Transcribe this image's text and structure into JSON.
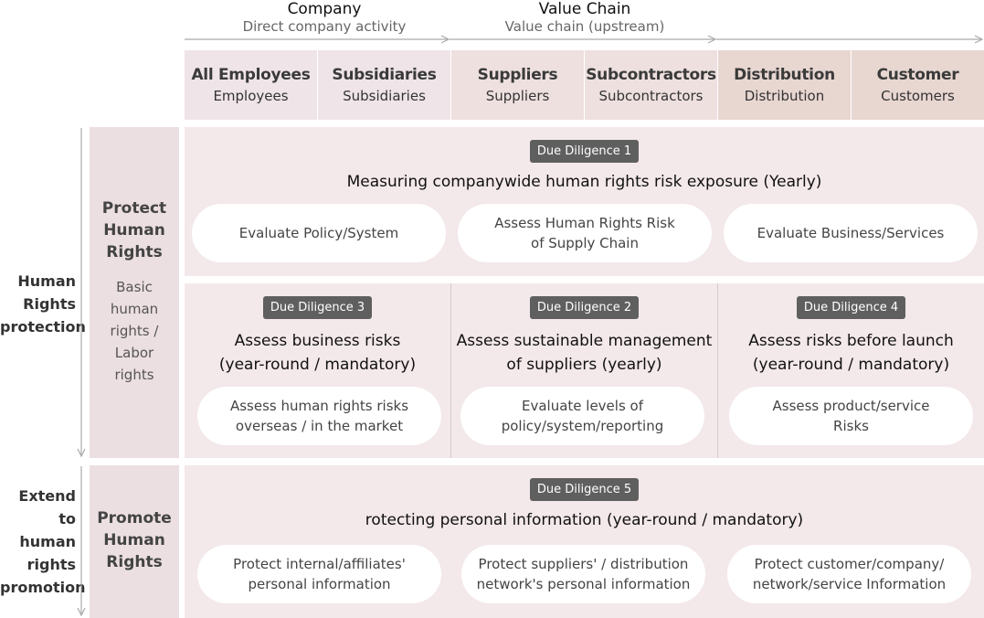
{
  "header": {
    "company_title": "Company",
    "company_sub": "Direct company activity",
    "value_chain_title": "Value Chain",
    "value_chain_sub": "Value chain (upstream)"
  },
  "columns": [
    {
      "main": "All Employees",
      "sub": "Employees",
      "color": "#efe4e7"
    },
    {
      "main": "Subsidiaries",
      "sub": "Subsidiaries",
      "color": "#efe4e7"
    },
    {
      "main": "Suppliers",
      "sub": "Suppliers",
      "color": "#eee0df"
    },
    {
      "main": "Subcontractors",
      "sub": "Subcontractors",
      "color": "#eee0df"
    },
    {
      "main": "Distribution",
      "sub": "Distribution",
      "color": "#e8d6d1"
    },
    {
      "main": "Customer",
      "sub": "Customers",
      "color": "#e8d6d1"
    }
  ],
  "side_labels": {
    "protection": "Human\nRights\nprotection",
    "promotion": "Extend\nto\nhuman\nrights\npromotion"
  },
  "left_boxes": {
    "protect_title": "Protect\nHuman\nRights",
    "protect_sub": "Basic\nhuman\nrights /\nLabor\nrights",
    "promote_title": "Promote\nHuman\nRights"
  },
  "dd1": {
    "badge": "Due Diligence 1",
    "title": "Measuring companywide human rights risk exposure (Yearly)",
    "pills": [
      "Evaluate Policy/System",
      "Assess Human Rights Risk\nof Supply Chain",
      "Evaluate Business/Services"
    ]
  },
  "dd3": {
    "badge": "Due Diligence 3",
    "title": "Assess business risks\n(year-round / mandatory)",
    "pill": "Assess human rights risks\noverseas / in the market"
  },
  "dd2": {
    "badge": "Due Diligence 2",
    "title": "Assess sustainable management\nof suppliers (yearly)",
    "pill": "Evaluate levels of\npolicy/system/reporting"
  },
  "dd4": {
    "badge": "Due Diligence 4",
    "title": "Assess risks before launch\n(year-round / mandatory)",
    "pill": "Assess product/service\nRisks"
  },
  "dd5": {
    "badge": "Due Diligence 5",
    "title": "rotecting personal information (year-round / mandatory)",
    "pills": [
      "Protect internal/affiliates'\npersonal information",
      "Protect suppliers' / distribution\nnetwork's personal information",
      "Protect customer/company/\nnetwork/service Information"
    ]
  }
}
